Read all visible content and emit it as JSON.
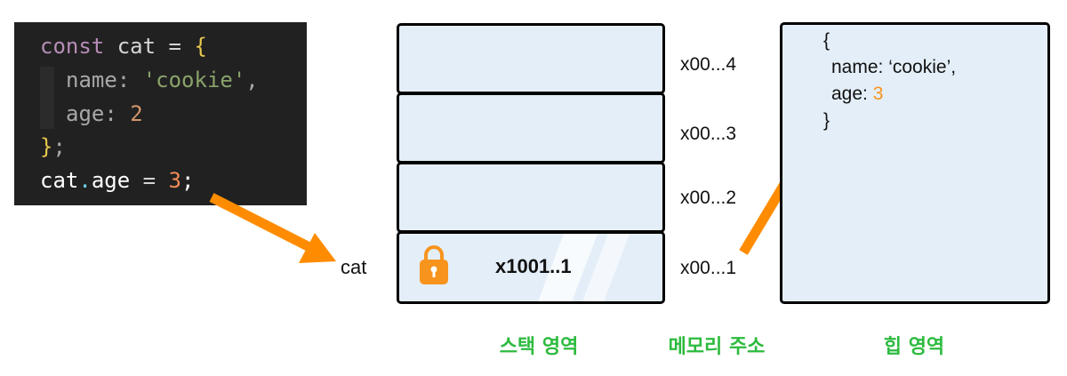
{
  "code": {
    "line1": {
      "kw": "const",
      "var": "cat",
      "op": "=",
      "brace": "{"
    },
    "line2": {
      "prop": "name",
      "colon": ":",
      "str": "'cookie'",
      "comma": ","
    },
    "line3": {
      "prop": "age",
      "colon": ":",
      "num": "2"
    },
    "line4": {
      "brace": "}",
      "semi": ";"
    },
    "line5": {
      "obj": "cat",
      "dot": ".",
      "prop": "age",
      "op": "=",
      "num": "3",
      "semi": ";"
    }
  },
  "variable_label": "cat",
  "stack": {
    "value": "x1001..1",
    "lock_icon": "lock-icon"
  },
  "addresses": [
    "x00...4",
    "x00...3",
    "x00...2",
    "x00...1"
  ],
  "heap": {
    "open": "{",
    "name_line": "name: ‘cookie’,",
    "age_key": "age: ",
    "age_value": "3",
    "close": "}"
  },
  "captions": {
    "stack": "스택 영역",
    "address": "메모리 주소",
    "heap": "힙 영역"
  },
  "colors": {
    "arrow": "#ff8c00",
    "caption": "#2dbb3f",
    "cell_fill": "#e4eef8",
    "code_bg": "#212121"
  }
}
